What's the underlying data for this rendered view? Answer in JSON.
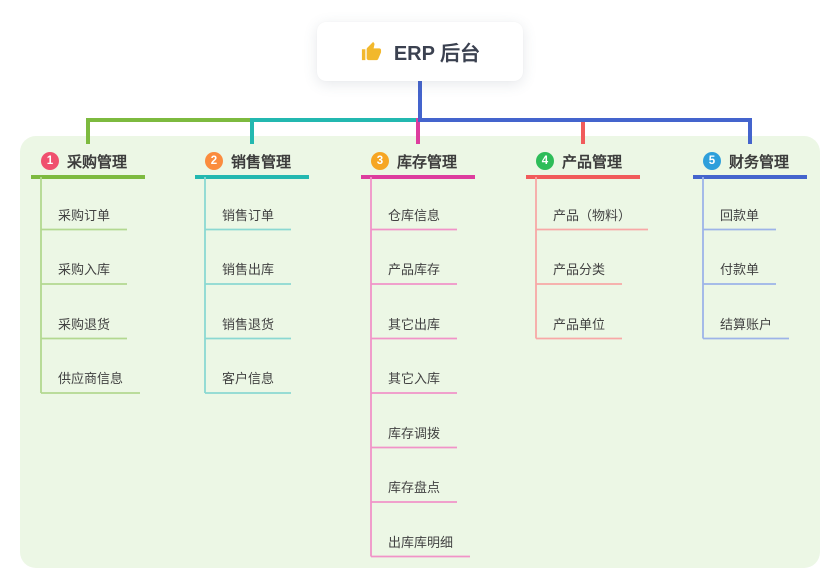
{
  "root": {
    "label": "ERP 后台",
    "icon": "thumbs-up-icon",
    "icon_color": "#f2b82c"
  },
  "colors": {
    "canvas": "#ffffff",
    "panel": "#ecf7e5",
    "text": "#3c3c3c"
  },
  "branches": [
    {
      "num": "1",
      "title": "采购管理",
      "badge_color": "#f0506e",
      "line_color": "#7dba3f",
      "child_line_color": "#b3d890",
      "children": [
        "采购订单",
        "采购入库",
        "采购退货",
        "供应商信息"
      ]
    },
    {
      "num": "2",
      "title": "销售管理",
      "badge_color": "#fb8c3e",
      "line_color": "#23b8b0",
      "child_line_color": "#8bd8d2",
      "children": [
        "销售订单",
        "销售出库",
        "销售退货",
        "客户信息"
      ]
    },
    {
      "num": "3",
      "title": "库存管理",
      "badge_color": "#f6a623",
      "line_color": "#dd3d9e",
      "child_line_color": "#f193c8",
      "children": [
        "仓库信息",
        "产品库存",
        "其它出库",
        "其它入库",
        "库存调拨",
        "库存盘点",
        "出库库明细"
      ]
    },
    {
      "num": "4",
      "title": "产品管理",
      "badge_color": "#2ebd59",
      "line_color": "#f15b5b",
      "child_line_color": "#f8a8a6",
      "children": [
        "产品（物料）",
        "产品分类",
        "产品单位"
      ]
    },
    {
      "num": "5",
      "title": "财务管理",
      "badge_color": "#2e9fdb",
      "line_color": "#4464cd",
      "child_line_color": "#9db3e8",
      "children": [
        "回款单",
        "付款单",
        "结算账户"
      ]
    }
  ]
}
